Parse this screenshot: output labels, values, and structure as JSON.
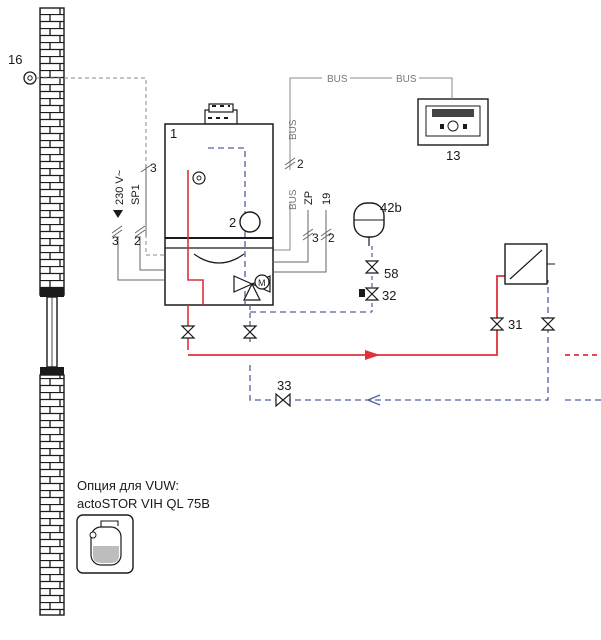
{
  "colors": {
    "supply": "#e0303a",
    "return": "#5060a0",
    "bus": "#888888",
    "line": "#222222",
    "wall": "#1a1a1a"
  },
  "labels": {
    "outdoor_sensor": "16",
    "boiler": "1",
    "pump": "2",
    "controller": "13",
    "expansion_vessel": "42b",
    "valve_58": "58",
    "valve_32": "32",
    "valve_31": "31",
    "valve_33": "33",
    "wire_3_a": "3",
    "wire_3_b": "3",
    "wire_2_a": "2",
    "wire_2_b": "2",
    "wire_3_c": "3",
    "wire_2_c": "2",
    "power": "230 V~",
    "sp1": "SP1",
    "zp": "ZP",
    "n19": "19",
    "bus_1": "BUS",
    "bus_2": "BUS",
    "bus_3": "BUS",
    "bus_4": "BUS"
  },
  "option": {
    "line1": "Опция для VUW:",
    "line2": "actoSTOR VIH QL 75B"
  }
}
